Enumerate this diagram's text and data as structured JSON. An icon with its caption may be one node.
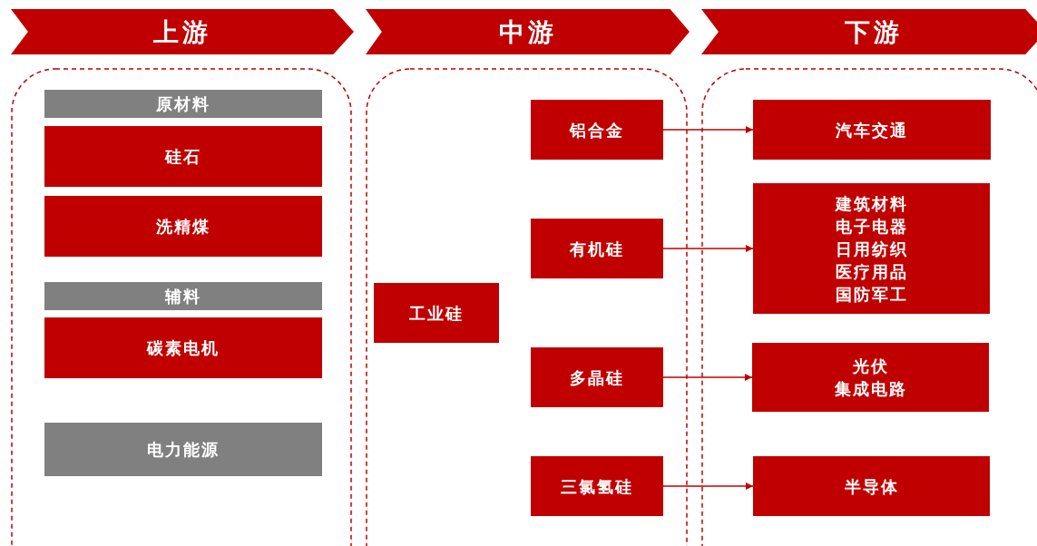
{
  "diagram": {
    "nodes": [
      {
        "text": [
          "上游"
        ]
      },
      {
        "text": [
          "中游"
        ]
      },
      {
        "text": [
          "下游"
        ]
      },
      {
        "text": [],
        "shape": "box"
      },
      {
        "text": [
          "原材料"
        ],
        "in": 3
      },
      {
        "text": [
          "硅石"
        ],
        "in": 3
      },
      {
        "text": [
          "洗精煤"
        ],
        "in": 3
      },
      {
        "text": [
          "辅料"
        ],
        "in": 3
      },
      {
        "text": [
          "碳素电机"
        ],
        "in": 3
      },
      {
        "text": [
          "电力能源"
        ],
        "in": 3
      },
      {
        "text": [],
        "shape": "box"
      },
      {
        "text": [
          "工业硅"
        ],
        "in": 10
      },
      {
        "text": [
          "铝合金"
        ],
        "in": 10
      },
      {
        "text": [
          "有机硅"
        ],
        "in": 10
      },
      {
        "text": [
          "多晶硅"
        ],
        "in": 10
      },
      {
        "text": [
          "三氯氢硅"
        ],
        "in": 10
      },
      {
        "text": [],
        "shape": "box"
      },
      {
        "text": [
          "汽车交通"
        ],
        "in": 16
      },
      {
        "text": [
          "建筑材料",
          "电子电器",
          "日用纺织",
          "医疗用品",
          "国防军工"
        ],
        "in": 16
      },
      {
        "text": [
          "光伏",
          "集成电路"
        ],
        "in": 16
      },
      {
        "text": [
          "半导体"
        ],
        "in": 16
      }
    ],
    "edges": [
      {
        "from": 12,
        "to": 17,
        "arrow": "to"
      },
      {
        "from": 13,
        "to": 18,
        "arrow": "to"
      },
      {
        "from": 14,
        "to": 19,
        "arrow": "to"
      },
      {
        "from": 15,
        "to": 20,
        "arrow": "to"
      }
    ]
  }
}
